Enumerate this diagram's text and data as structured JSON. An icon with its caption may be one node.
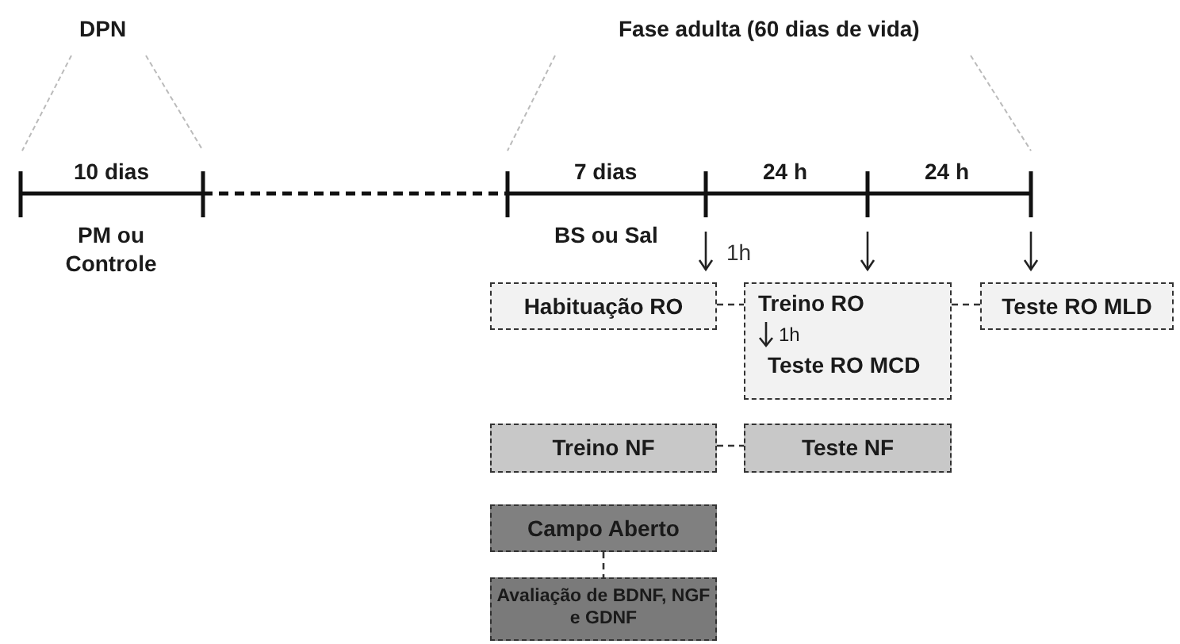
{
  "diagram": {
    "nodes": [
      {
        "text": [
          "Habituação RO"
        ]
      },
      {
        "text": [
          "Treino RO",
          "1h",
          "Teste RO MCD"
        ]
      },
      {
        "text": [
          "Teste RO MLD"
        ]
      },
      {
        "text": [
          "Treino NF"
        ]
      },
      {
        "text": [
          "Teste NF"
        ]
      },
      {
        "text": [
          "Campo Aberto"
        ]
      },
      {
        "text": [
          "Avaliação de BDNF, NGF e GDNF"
        ]
      }
    ],
    "edges": [
      {
        "from": 0,
        "to": 1,
        "arrow": "none",
        "style": "dashed"
      },
      {
        "from": 1,
        "to": 2,
        "arrow": "none",
        "style": "dashed"
      },
      {
        "from": 3,
        "to": 4,
        "arrow": "none",
        "style": "dashed"
      },
      {
        "from": 5,
        "to": 6,
        "arrow": "none",
        "style": "dashed"
      }
    ],
    "labels": [
      "DPN",
      "Fase adulta (60 dias de vida)",
      "10 dias",
      "7 dias",
      "24 h",
      "24 h",
      "PM ou Controle",
      "BS ou Sal",
      "1h"
    ]
  }
}
